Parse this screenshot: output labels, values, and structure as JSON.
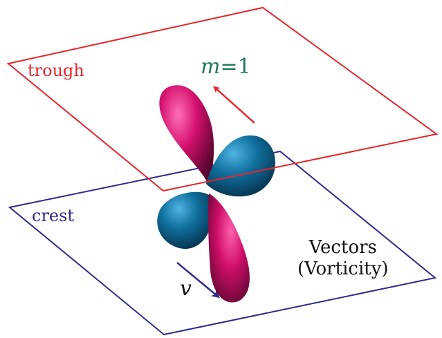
{
  "labels": {
    "trough": "trough",
    "crest": "crest",
    "m_variable": "m",
    "m_value": "=1",
    "velocity": "v",
    "vectors_line1": "Vectors",
    "vectors_line2": "(Vorticity)"
  },
  "colors": {
    "trough_plane": "#e8232b",
    "crest_plane": "#2e2a8c",
    "m_label": "#1f7a56",
    "magenta_lobe": "#d4106e",
    "blue_lobe": "#0f6e9b",
    "text": "#111111"
  }
}
